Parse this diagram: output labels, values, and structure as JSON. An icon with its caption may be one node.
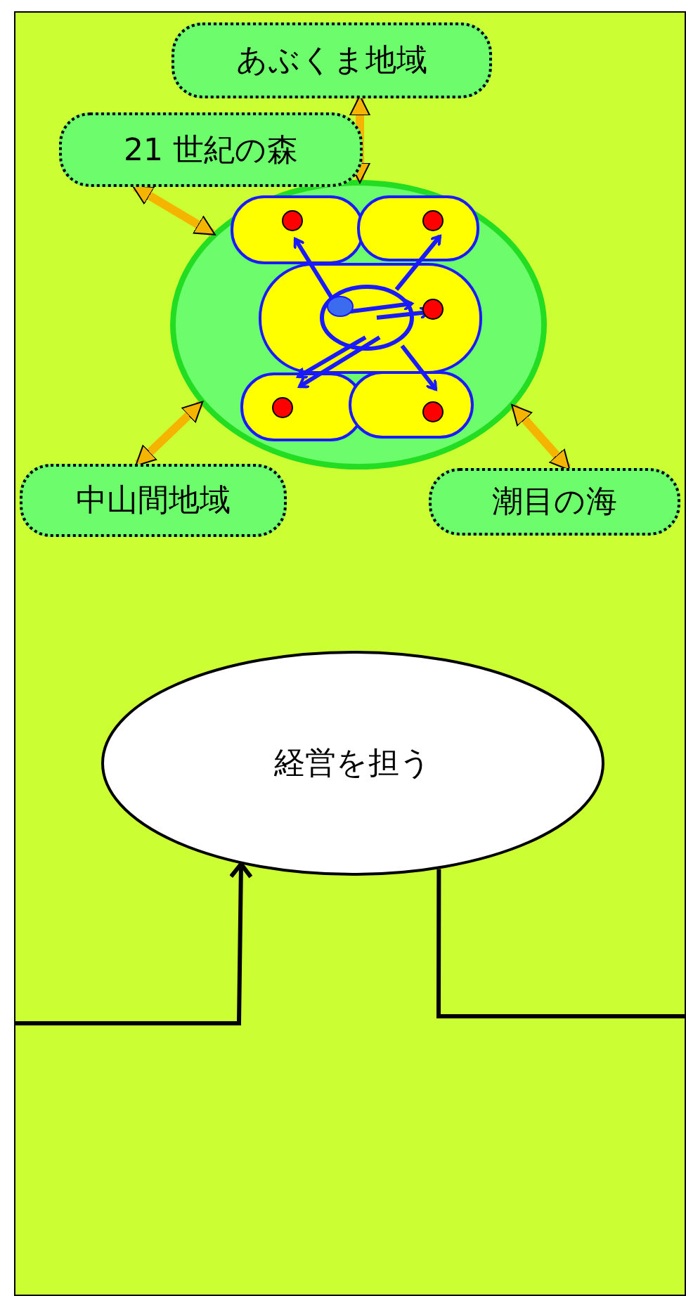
{
  "diagram": {
    "nodes": [
      {
        "text": [
          "あぶくま地域"
        ]
      },
      {
        "text": [
          "21 世紀の森"
        ]
      },
      {
        "text": [
          "中山間地域"
        ]
      },
      {
        "text": [
          "潮目の海"
        ]
      },
      {
        "text": [],
        "shape": "circle"
      },
      {
        "text": [
          "経営を担う"
        ]
      }
    ],
    "edges": [
      {
        "from": 0,
        "to": 4,
        "arrow": "both"
      },
      {
        "from": 1,
        "to": 4,
        "arrow": "both"
      },
      {
        "from": 2,
        "to": 4,
        "arrow": "both"
      },
      {
        "from": 3,
        "to": 4,
        "arrow": "both"
      },
      {
        "from": null,
        "to": 5,
        "arrow": "to",
        "color": "#000000"
      },
      {
        "from": 5,
        "to": null,
        "arrow": "none",
        "color": "#000000"
      }
    ]
  }
}
